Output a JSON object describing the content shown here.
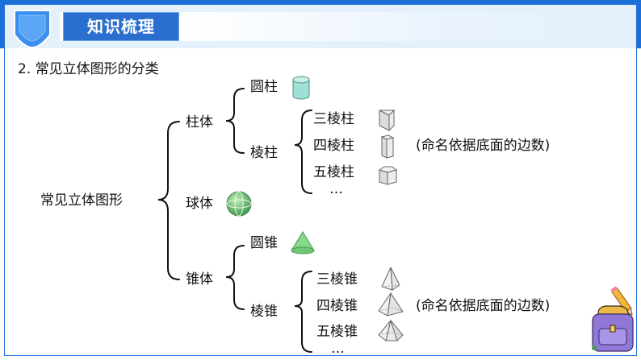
{
  "header": {
    "title": "知识梳理"
  },
  "section_heading": "2. 常见立体图形的分类",
  "tree": {
    "root": "常见立体图形",
    "prism_group": {
      "label": "柱体",
      "cylinder": "圆柱",
      "prism": "棱柱",
      "prism_items": [
        "三棱柱",
        "四棱柱",
        "五棱柱",
        "…"
      ],
      "note": "(命名依据底面的边数)"
    },
    "sphere": "球体",
    "cone_group": {
      "label": "锥体",
      "cone": "圆锥",
      "pyramid": "棱锥",
      "pyramid_items": [
        "三棱锥",
        "四棱锥",
        "五棱锥",
        "…"
      ],
      "note": "(命名依据底面的边数)"
    }
  },
  "colors": {
    "brand": "#1c6fd6",
    "header_bg": "#e4f0fc",
    "shape_fill": "#9fe0cf",
    "shape_stroke": "#4f8f86"
  }
}
